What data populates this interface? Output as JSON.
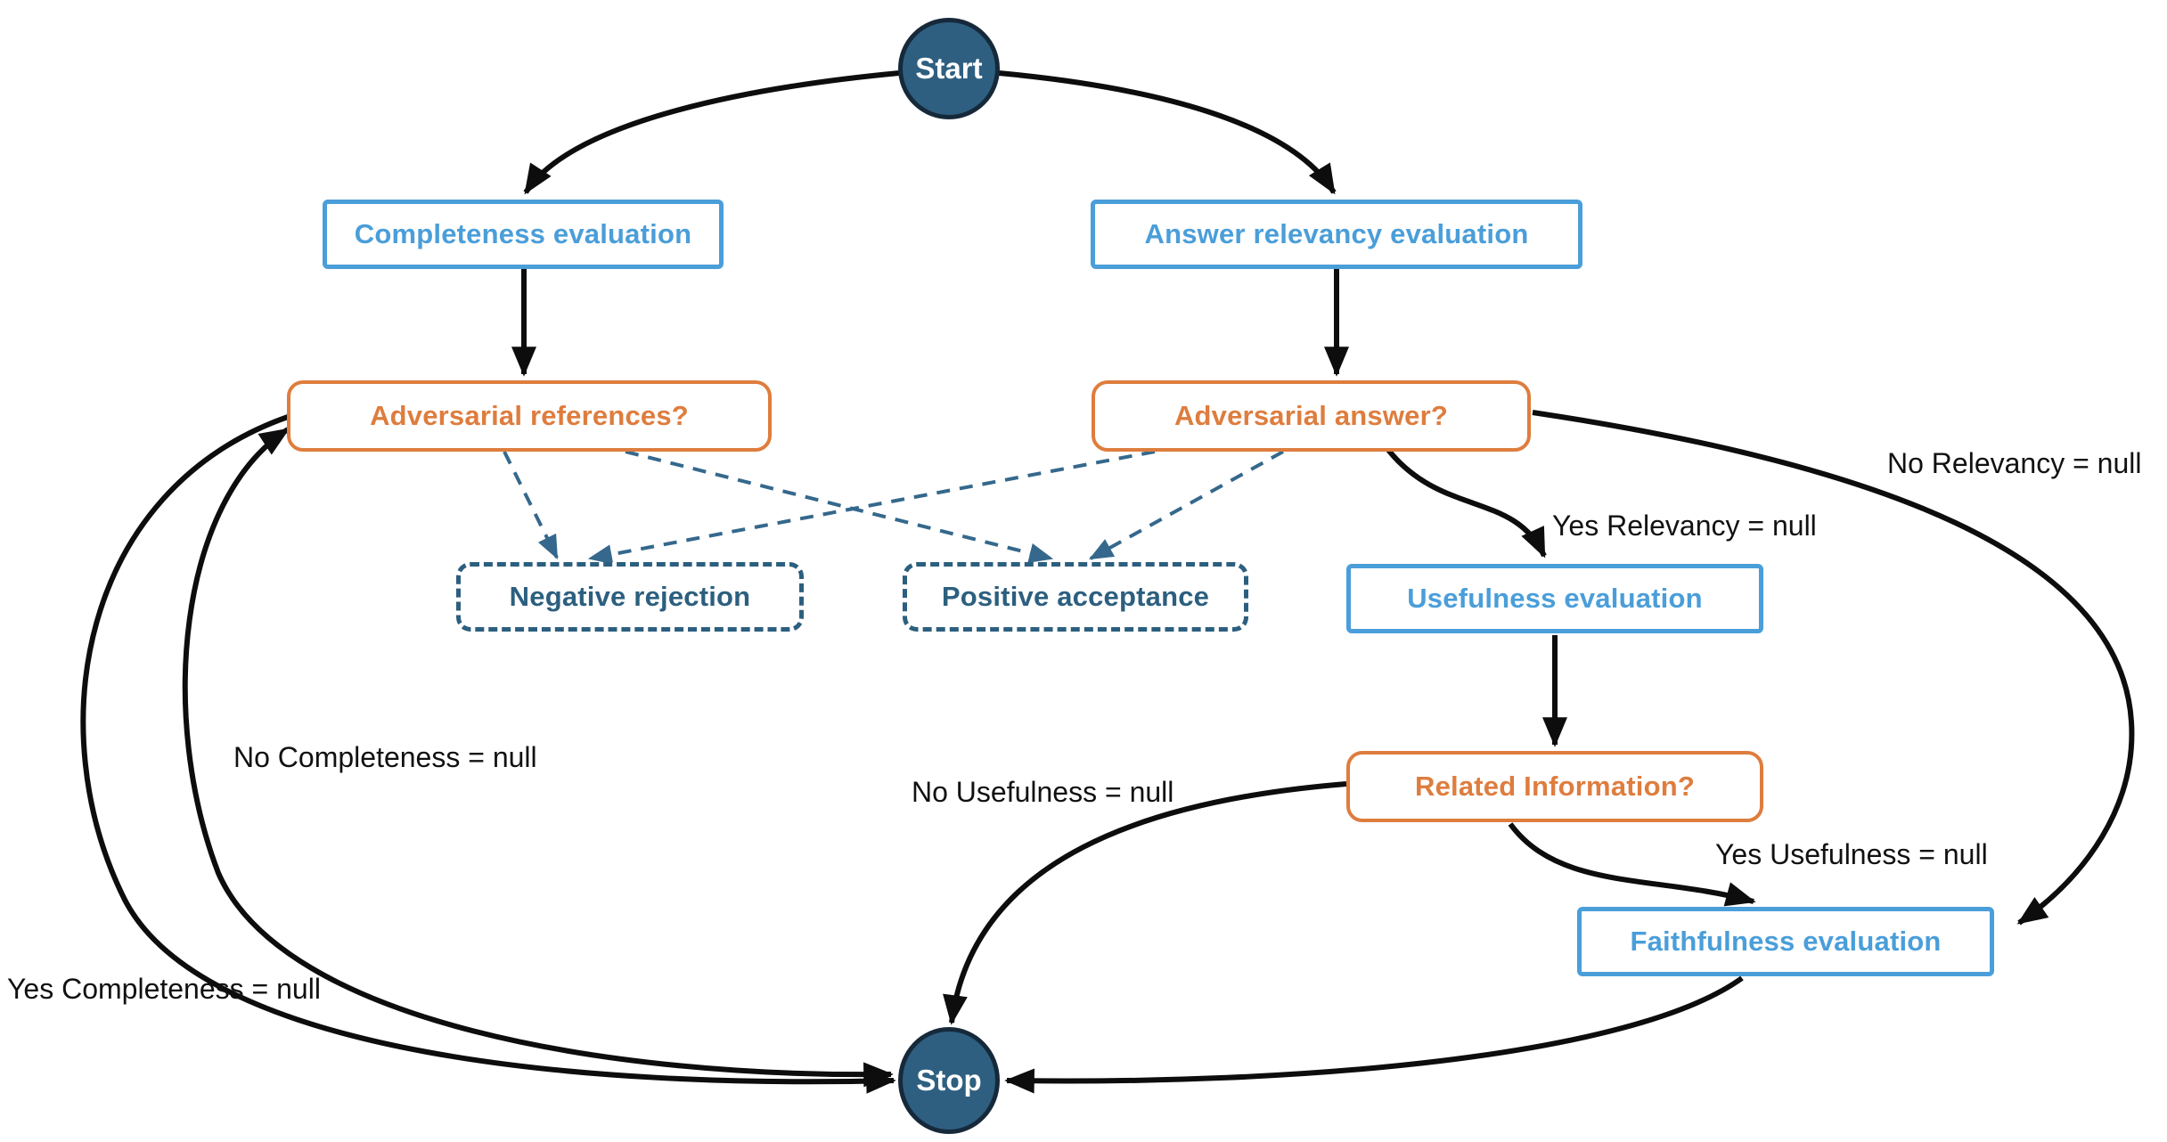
{
  "diagram": {
    "nodes": {
      "start": {
        "label": "Start",
        "type": "terminal"
      },
      "completeness": {
        "label": "Completeness evaluation",
        "type": "process"
      },
      "relevancy": {
        "label": "Answer relevancy evaluation",
        "type": "process"
      },
      "adversarial_references": {
        "label": "Adversarial references?",
        "type": "decision"
      },
      "adversarial_answer": {
        "label": "Adversarial answer?",
        "type": "decision"
      },
      "negative_rejection": {
        "label": "Negative rejection",
        "type": "outcome"
      },
      "positive_acceptance": {
        "label": "Positive acceptance",
        "type": "outcome"
      },
      "usefulness": {
        "label": "Usefulness evaluation",
        "type": "process"
      },
      "related_information": {
        "label": "Related Information?",
        "type": "decision"
      },
      "faithfulness": {
        "label": "Faithfulness evaluation",
        "type": "process"
      },
      "stop": {
        "label": "Stop",
        "type": "terminal"
      }
    },
    "edge_labels": {
      "no_relevancy": "No Relevancy = null",
      "yes_relevancy": "Yes Relevancy = null",
      "no_completeness": "No Completeness = null",
      "yes_completeness": "Yes Completeness = null",
      "no_usefulness": "No Usefulness = null",
      "yes_usefulness": "Yes Usefulness = null"
    },
    "edges": [
      {
        "from": "start",
        "to": "completeness",
        "style": "solid"
      },
      {
        "from": "start",
        "to": "relevancy",
        "style": "solid"
      },
      {
        "from": "completeness",
        "to": "adversarial_references",
        "style": "solid"
      },
      {
        "from": "relevancy",
        "to": "adversarial_answer",
        "style": "solid"
      },
      {
        "from": "adversarial_references",
        "to": "negative_rejection",
        "style": "dashed"
      },
      {
        "from": "adversarial_references",
        "to": "positive_acceptance",
        "style": "dashed"
      },
      {
        "from": "adversarial_answer",
        "to": "negative_rejection",
        "style": "dashed"
      },
      {
        "from": "adversarial_answer",
        "to": "positive_acceptance",
        "style": "dashed"
      },
      {
        "from": "adversarial_answer",
        "to": "usefulness",
        "style": "solid",
        "label": "Yes Relevancy = null"
      },
      {
        "from": "adversarial_answer",
        "to": "faithfulness",
        "style": "solid",
        "label": "No Relevancy = null"
      },
      {
        "from": "usefulness",
        "to": "related_information",
        "style": "solid"
      },
      {
        "from": "related_information",
        "to": "faithfulness",
        "style": "solid",
        "label": "Yes Usefulness = null"
      },
      {
        "from": "related_information",
        "to": "stop",
        "style": "solid",
        "label": "No Usefulness = null"
      },
      {
        "from": "faithfulness",
        "to": "stop",
        "style": "solid"
      },
      {
        "from": "adversarial_references",
        "to": "stop",
        "style": "solid",
        "label": "No Completeness = null"
      },
      {
        "from": "adversarial_references",
        "to": "stop",
        "style": "solid",
        "label": "Yes Completeness = null"
      }
    ],
    "colors": {
      "terminal_fill": "#2E5F80",
      "terminal_border": "#16293A",
      "process_blue": "#4A9ED9",
      "decision_orange": "#DE7D3E",
      "outcome_slate": "#2C5F7F",
      "dashed_edge_blue": "#35688C",
      "edge_black": "#0D0D0D"
    }
  }
}
